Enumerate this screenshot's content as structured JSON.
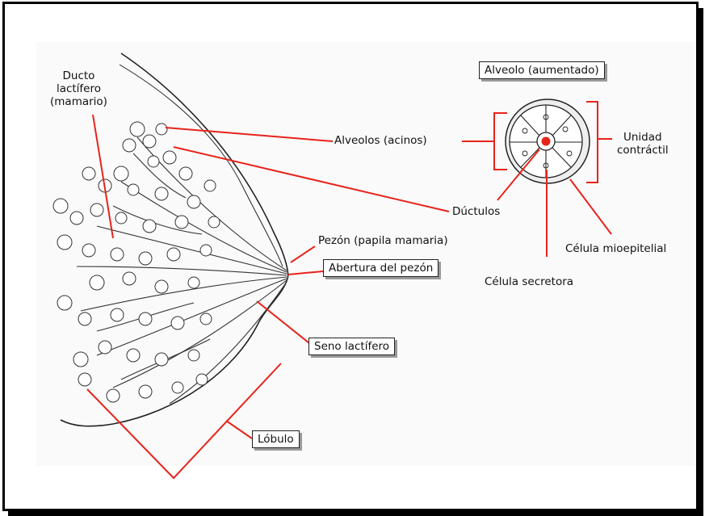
{
  "diagram": {
    "labels": {
      "ducto": "Ducto\nlactífero\n(mamario)",
      "alveolos": "Alveolos (acinos)",
      "alveolo_aumentado": "Alveolo (aumentado)",
      "unidad_contractil": "Unidad\ncontráctil",
      "ductulos": "Dúctulos",
      "celula_mioepitelial": "Célula mioepitelial",
      "pezon": "Pezón (papila mamaria)",
      "abertura": "Abertura del pezón",
      "celula_secretora": "Célula secretora",
      "seno": "Seno lactífero",
      "lobulo": "Lóbulo"
    },
    "colors": {
      "leader": "#e8231b",
      "line": "#222222",
      "frame": "#000000"
    }
  }
}
